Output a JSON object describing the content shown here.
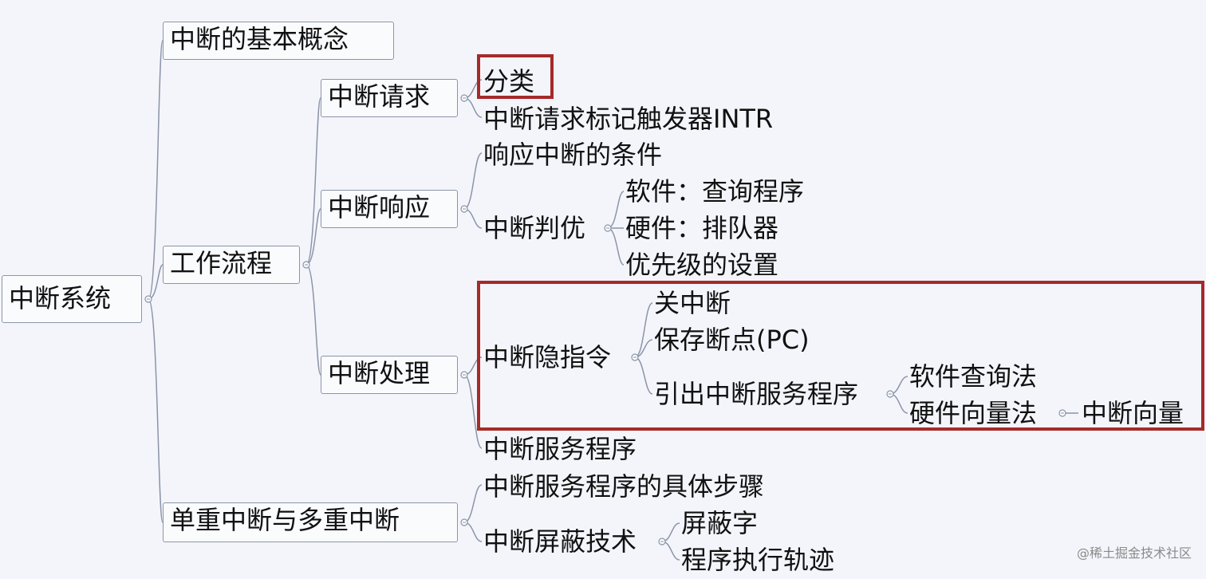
{
  "colors": {
    "line": "#8a95a8",
    "highlight": "#a52a2a",
    "background": "#f4f5fb"
  },
  "nodes": {
    "root": "中断系统",
    "basic": "中断的基本概念",
    "workflow": "工作流程",
    "single_multi": "单重中断与多重中断",
    "request": "中断请求",
    "response": "中断响应",
    "handling": "中断处理",
    "classify": "分类",
    "intr": "中断请求标记触发器INTR",
    "resp_cond": "响应中断的条件",
    "priority": "中断判优",
    "soft_poll": "软件：查询程序",
    "hard_queue": "硬件：排队器",
    "priority_setting": "优先级的设置",
    "implicit": "中断隐指令",
    "service": "中断服务程序",
    "close_int": "关中断",
    "save_bp": "保存断点(PC)",
    "lead_out": "引出中断服务程序",
    "soft_query": "软件查询法",
    "hard_vector": "硬件向量法",
    "int_vector": "中断向量",
    "service_steps": "中断服务程序的具体步骤",
    "mask_tech": "中断屏蔽技术",
    "mask_word": "屏蔽字",
    "trace": "程序执行轨迹"
  },
  "watermark": "@稀土掘金技术社区"
}
